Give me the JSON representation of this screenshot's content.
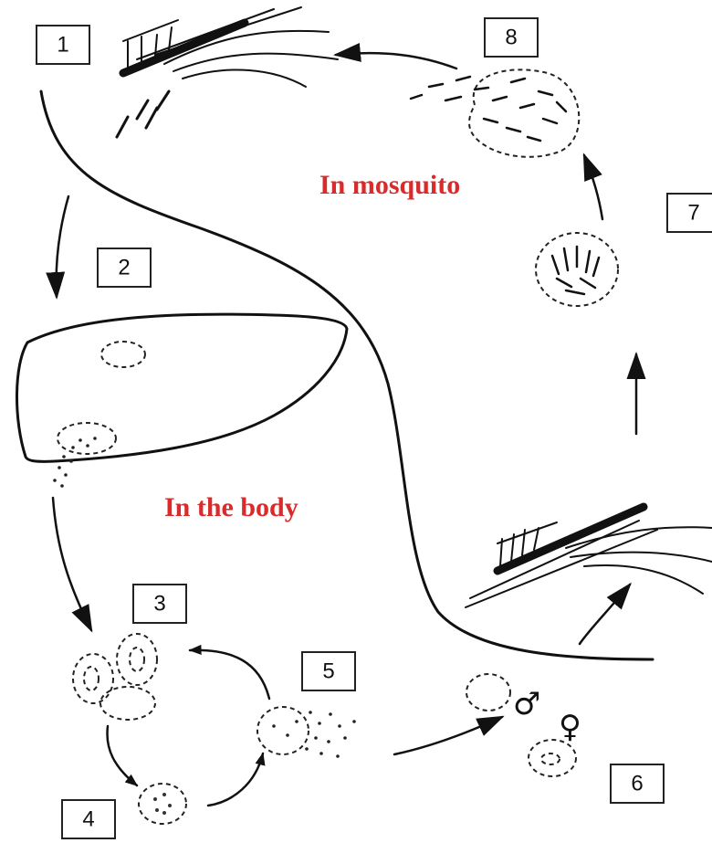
{
  "labels": {
    "in_mosquito": "In mosquito",
    "in_the_body": "In the body"
  },
  "stages": [
    {
      "id": "1",
      "label": "1"
    },
    {
      "id": "2",
      "label": "2"
    },
    {
      "id": "3",
      "label": "3"
    },
    {
      "id": "4",
      "label": "4"
    },
    {
      "id": "5",
      "label": "5"
    },
    {
      "id": "6",
      "label": "6"
    },
    {
      "id": "7",
      "label": "7"
    },
    {
      "id": "8",
      "label": "8"
    }
  ],
  "symbols": {
    "male": "♂",
    "female": "♀"
  },
  "colors": {
    "label_red": "#d92b2b",
    "ink": "#111111"
  }
}
